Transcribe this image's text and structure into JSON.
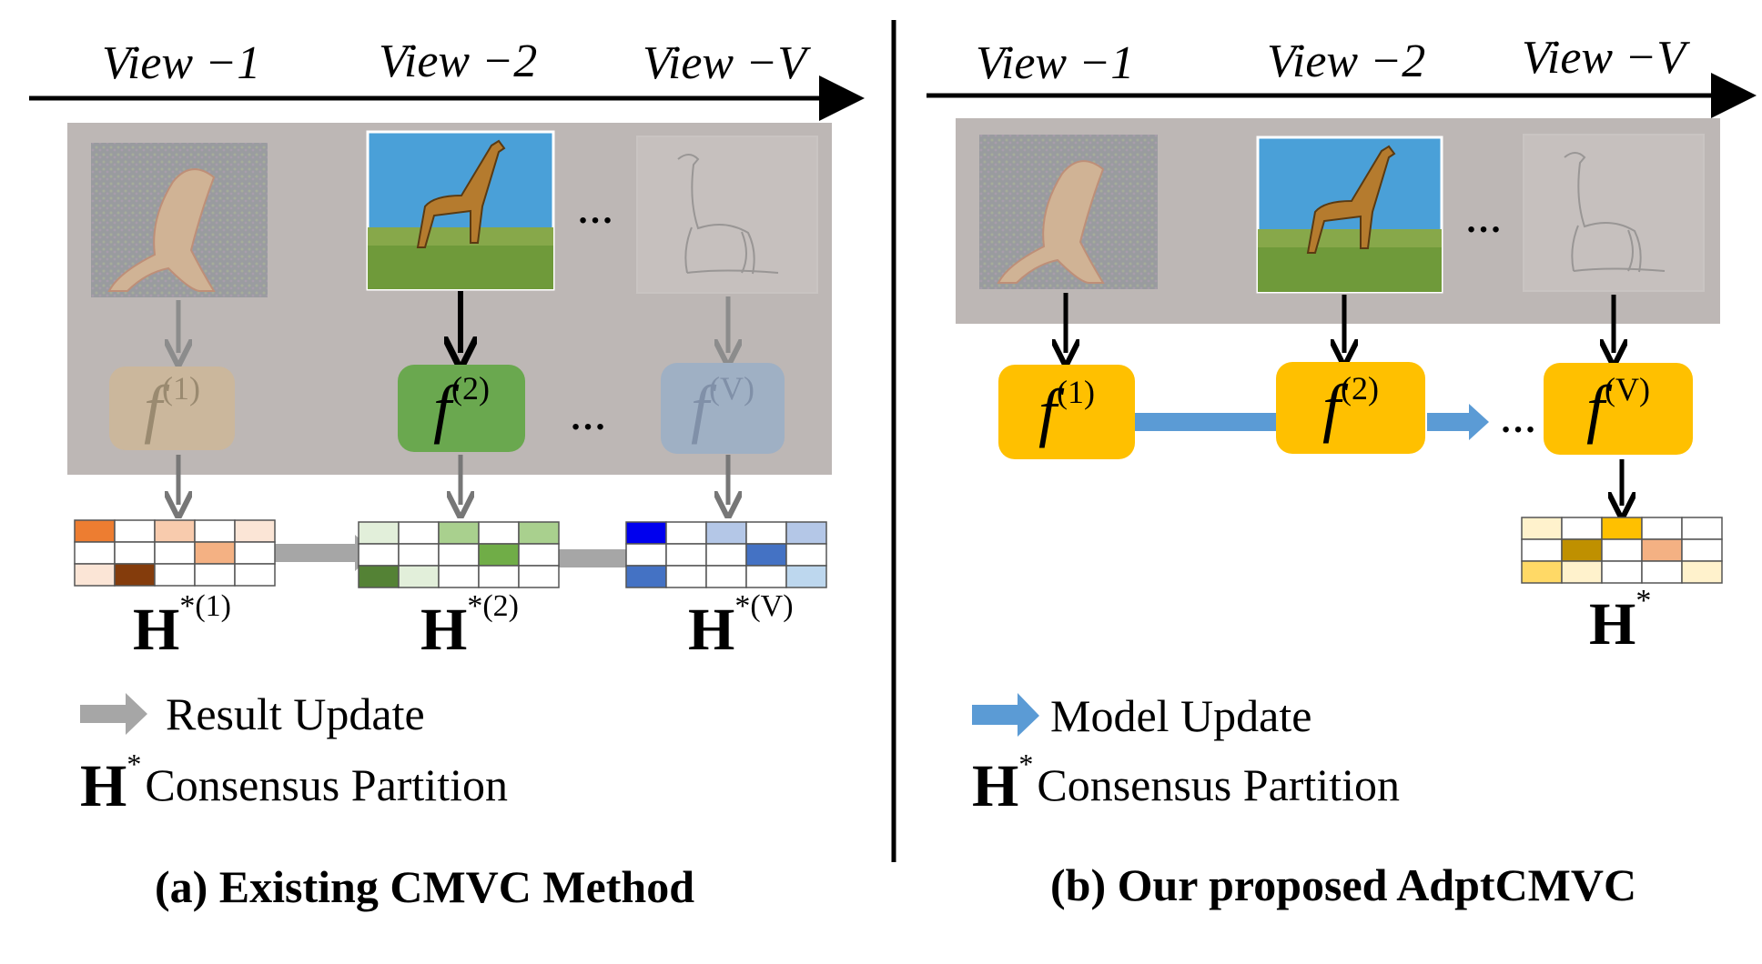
{
  "panel_a": {
    "views": [
      "View −1",
      "View −2",
      "View −V"
    ],
    "func_main": "f",
    "func_sups": [
      "(1)",
      "(2)",
      "(V)"
    ],
    "ellipsis": "…",
    "result_labels_main": "H",
    "result_sups": [
      "*(1)",
      "*(2)",
      "*(V)"
    ],
    "legend_arrow_text": "Result Update",
    "legend_h_main": "H",
    "legend_h_sup": "*",
    "legend_h_text": "Consensus Partition",
    "caption": "(a) Existing CMVC Method"
  },
  "panel_b": {
    "views": [
      "View −1",
      "View −2",
      "View −V"
    ],
    "func_main": "f",
    "func_sups": [
      "(1)",
      "(2)",
      "(V)"
    ],
    "ellipsis": "…",
    "result_main": "H",
    "result_sup": "*",
    "legend_arrow_text": "Model Update",
    "legend_h_main": "H",
    "legend_h_sup": "*",
    "legend_h_text": "Consensus Partition",
    "caption": "(b) Our proposed AdptCMVC"
  },
  "colors": {
    "gray_panel": "#bdb7b5",
    "gray_arrow": "#a6a6a6",
    "blue_arrow": "#5b9bd5",
    "f1_faded": "#cbb79c",
    "f2_green": "#6aa84f",
    "fv_faded": "#9fb0c4",
    "f_yellow": "#ffc000"
  }
}
